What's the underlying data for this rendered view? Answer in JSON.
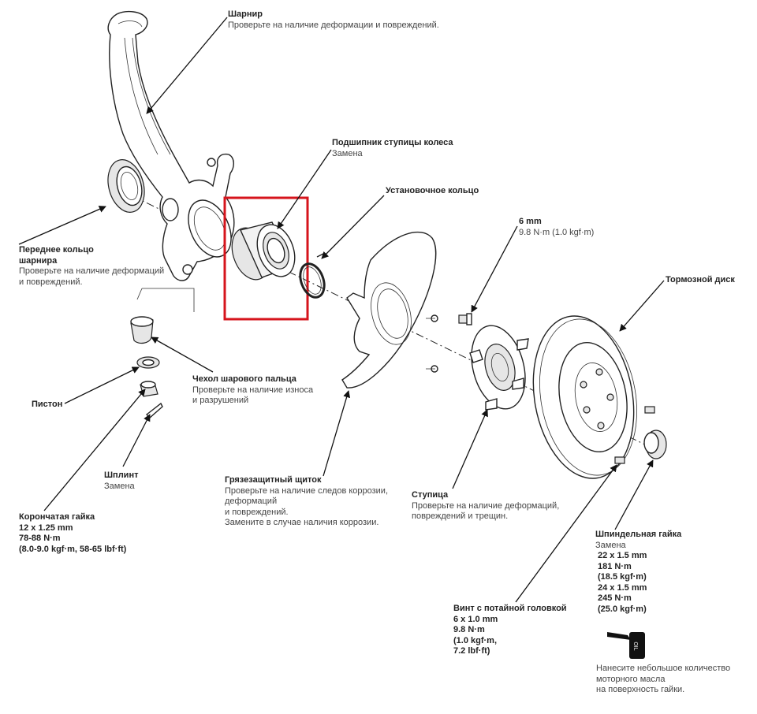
{
  "colors": {
    "highlight": "#d6141c",
    "line": "#111111",
    "text": "#222222"
  },
  "labels": {
    "sharnir": {
      "title": "Шарнир",
      "lines": [
        "Проверьте на наличие деформации и повреждений."
      ]
    },
    "bearing": {
      "title": "Подшипник ступицы колеса",
      "lines": [
        "Замена"
      ]
    },
    "ring": {
      "title": "Установочное кольцо",
      "lines": []
    },
    "bolt6": {
      "title": "6 mm",
      "lines": [
        "9.8 N·m (1.0 kgf·m)"
      ]
    },
    "front_ring": {
      "title": "Переднее кольцо шарнира",
      "title_lines": [
        "Переднее кольцо",
        "шарнира"
      ],
      "lines": [
        "Проверьте на наличие деформаций",
        "и повреждений."
      ]
    },
    "brake_disc": {
      "title": "Тормозной диск",
      "lines": []
    },
    "boot": {
      "title": "Чехол шарового пальца",
      "lines": [
        "Проверьте на наличие износа",
        "и разрушений"
      ]
    },
    "piston": {
      "title": "Пистон",
      "lines": []
    },
    "pin": {
      "title": "Шплинт",
      "lines": [
        "Замена"
      ]
    },
    "shield": {
      "title": "Грязезащитный щиток",
      "lines": [
        "Проверьте на наличие следов коррозии,",
        "деформаций",
        "и повреждений.",
        "Замените в случае наличия коррозии."
      ]
    },
    "hub": {
      "title": "Ступица",
      "lines": [
        "Проверьте на наличие деформаций,",
        "повреждений и трещин."
      ]
    },
    "castle_nut": {
      "title": "Корончатая гайка",
      "specs": [
        "12 x 1.25 mm",
        "78-88 N·m",
        "(8.0-9.0 kgf·m, 58-65 lbf·ft)"
      ]
    },
    "spindle_nut": {
      "title": "Шпиндельная гайка",
      "lines": [
        "Замена"
      ],
      "specs": [
        "22 x 1.5 mm",
        "181 N·m",
        "(18.5 kgf·m)",
        "24 x 1.5 mm",
        "245 N·m",
        "(25.0 kgf·m)"
      ]
    },
    "screw": {
      "title": "Винт с потайной головкой",
      "specs": [
        "6 x 1.0 mm",
        "9.8 N·m",
        "(1.0 kgf·m,",
        "7.2 lbf·ft)"
      ]
    },
    "oil_note": {
      "lines": [
        "Нанесите небольшое количество",
        "моторного масла",
        "на поверхность гайки."
      ]
    }
  },
  "oil_can_text": "OIL"
}
